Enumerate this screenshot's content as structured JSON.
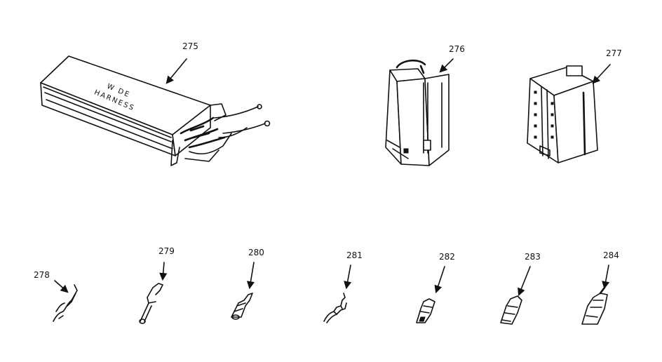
{
  "callouts": {
    "p275": "275",
    "p276": "276",
    "p277": "277",
    "p278": "278",
    "p279": "279",
    "p280": "280",
    "p281": "281",
    "p282": "282",
    "p283": "283",
    "p284": "284"
  },
  "harness_box": {
    "line1": "W DE",
    "line2": "HARNESS"
  }
}
